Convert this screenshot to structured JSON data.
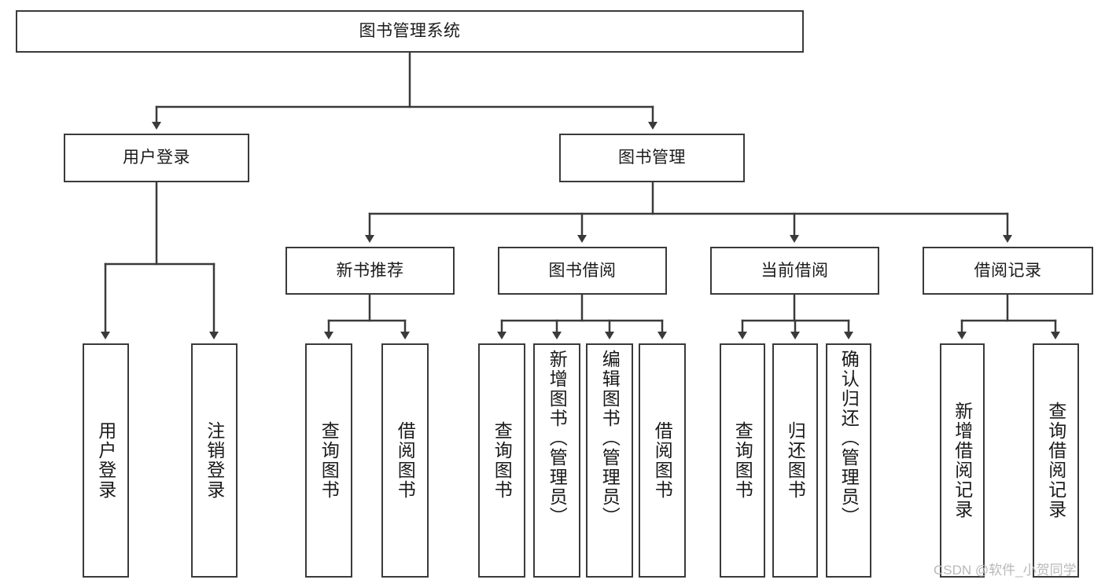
{
  "diagram": {
    "title_node": {
      "label": "图书管理系统"
    },
    "level2": [
      {
        "label": "用户登录"
      },
      {
        "label": "图书管理"
      }
    ],
    "level3": [
      {
        "label": "新书推荐"
      },
      {
        "label": "图书借阅"
      },
      {
        "label": "当前借阅"
      },
      {
        "label": "借阅记录"
      }
    ],
    "leaves": {
      "user_login": [
        {
          "label": "用户登录"
        },
        {
          "label": "注销登录"
        }
      ],
      "new_book": [
        {
          "label": "查询图书"
        },
        {
          "label": "借阅图书"
        }
      ],
      "book_borrow": [
        {
          "label": "查询图书"
        },
        {
          "label": "新增图书（管理员）"
        },
        {
          "label": "编辑图书（管理员）"
        },
        {
          "label": "借阅图书"
        }
      ],
      "current_borrow": [
        {
          "label": "查询图书"
        },
        {
          "label": "归还图书"
        },
        {
          "label": "确认归还（管理员）"
        }
      ],
      "borrow_record": [
        {
          "label": "新增借阅记录"
        },
        {
          "label": "查询借阅记录"
        }
      ]
    }
  },
  "watermark": {
    "text": "CSDN @软件_小贺同学"
  },
  "colors": {
    "box_border": "#3a3a3a",
    "connector": "#3a3a3a",
    "background": "#ffffff",
    "text": "#1a1a1a",
    "watermark": "#b9b9b9"
  }
}
